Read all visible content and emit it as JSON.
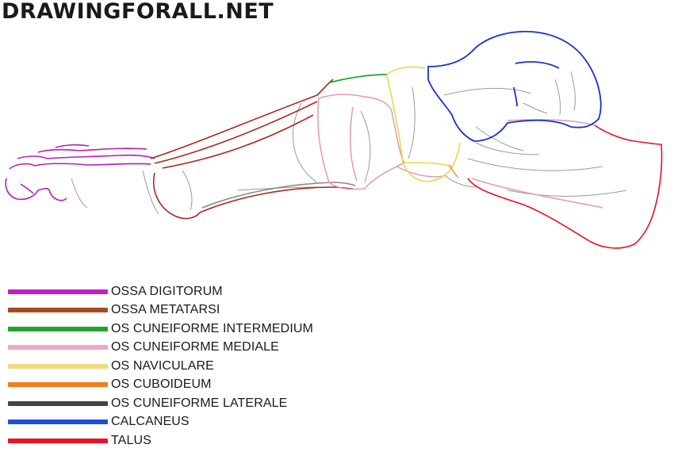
{
  "header": {
    "site_title": "DRAWINGFORALL.NET"
  },
  "legend": [
    {
      "label": "OSSA DIGITORUM",
      "color": "#c21fc4"
    },
    {
      "label": "OSSA METATARSI",
      "color": "#a84a22"
    },
    {
      "label": "OS CUNEIFORME INTERMEDIUM",
      "color": "#22a32a"
    },
    {
      "label": "OS CUNEIFORME MEDIALE",
      "color": "#f2a8c4"
    },
    {
      "label": "OS NAVICULARE",
      "color": "#f2dc7a"
    },
    {
      "label": "OS CUBOIDEUM",
      "color": "#ef7d1a"
    },
    {
      "label": "OS CUNEIFORME LATERALE",
      "color": "#444444"
    },
    {
      "label": "CALCANEUS",
      "color": "#1e4fd6"
    },
    {
      "label": "TALUS",
      "color": "#e8142a"
    }
  ],
  "outline_colors": {
    "digitorum": "#b21fb4",
    "metatarsi": "#a8281c",
    "intermedium": "#22a32a",
    "mediale": "#e39ab0",
    "naviculare": "#e8d64a",
    "cuboideum": "#ef7d1a",
    "laterale": "#888888",
    "calcaneus": "#1a2fd0",
    "talus": "#e41422",
    "sketch": "#9a9a9a"
  }
}
